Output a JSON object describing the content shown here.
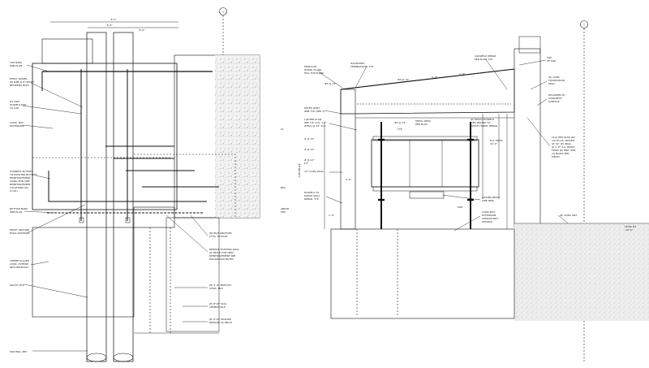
{
  "left_section": {
    "grid_bubble": "1",
    "dims": {
      "overall": "8'-0\"",
      "top": "8'-6\"",
      "top_right": "6'-0\""
    },
    "labels": [
      {
        "id": "top_bars",
        "text": "TOP BARS"
      },
      {
        "id": "top_bars2",
        "text": "#6B PLAN"
      },
      {
        "id": "epoxy",
        "text": "EPOXY DOWEL"
      },
      {
        "id": "epoxy2",
        "text": "W/ #6B @ 8\" EPOXY"
      },
      {
        "id": "epoxy3",
        "text": "BETWEEN PILES"
      },
      {
        "id": "dowel",
        "text": "#7 DWT"
      },
      {
        "id": "dowel2",
        "text": "DOWELS PILE"
      },
      {
        "id": "dowel3",
        "text": "TO CAP"
      },
      {
        "id": "conc",
        "text": "CONC. MAT"
      },
      {
        "id": "conc2",
        "text": "EXTENSION"
      },
      {
        "id": "connect",
        "text": "CONNECT BY BARS"
      },
      {
        "id": "connect2",
        "text": "TO EXISTING BOTTOM"
      },
      {
        "id": "connect3",
        "text": "REINFORCEMENT"
      },
      {
        "id": "connect4",
        "text": "USING #5B (SEE"
      },
      {
        "id": "connect5",
        "text": "REINFORCEMENT"
      },
      {
        "id": "connect6",
        "text": "LOCATIONS ON"
      },
      {
        "id": "connect7",
        "text": "S-101)"
      },
      {
        "id": "bottom",
        "text": "BOTTOM BARS"
      },
      {
        "id": "bottom2",
        "text": "#6B PLAN"
      },
      {
        "id": "epoxy_chan",
        "text": "EPOXY GROUND"
      },
      {
        "id": "epoxy_chan2",
        "text": "ROCK ANCHORS"
      },
      {
        "id": "tremie",
        "text": "TREMIE PLACED"
      },
      {
        "id": "tremie2",
        "text": "CONC. EXTEND"
      },
      {
        "id": "tremie3",
        "text": "INTO BEDROCK"
      },
      {
        "id": "grout",
        "text": "GROUT PILE"
      },
      {
        "id": "pile",
        "text": "PILE ENG. BEY"
      },
      {
        "id": "r1",
        "text": "(N) PILE ANCHORS"
      },
      {
        "id": "r1b",
        "text": "(TYP.) TO PILES"
      },
      {
        "id": "r2",
        "text": "REMOVE EXISTING WALL"
      },
      {
        "id": "r2b",
        "text": "AS REQ'D FOR NEW"
      },
      {
        "id": "r2c",
        "text": "REINFORCEMENT SEE"
      },
      {
        "id": "r2d",
        "text": "EXCAVATION NOTES"
      },
      {
        "id": "r3",
        "text": "(N) 1'-6\" PRECAST"
      },
      {
        "id": "r3b",
        "text": "CONC. PILE"
      },
      {
        "id": "r4",
        "text": "(E) 8\"x8\" SOIL"
      },
      {
        "id": "r4b",
        "text": "CEMENT PILE"
      },
      {
        "id": "r5",
        "text": "(E) 8\"x4\" BOLDER"
      },
      {
        "id": "r5b",
        "text": "REMOVE AS REQ'D"
      }
    ]
  },
  "right_section": {
    "grid_bubble": "1",
    "labels": [
      {
        "id": "modular",
        "text": "MODULAR"
      },
      {
        "id": "modular2",
        "text": "HORIZ. PLANK"
      },
      {
        "id": "hsg",
        "text": "HSG TOP PLANK"
      },
      {
        "id": "haunch",
        "text": "HAUNCHED"
      },
      {
        "id": "haunch2",
        "text": "TERMINATION, TYP."
      },
      {
        "id": "dim12a",
        "text": "#6 @ 12\""
      },
      {
        "id": "dim12b",
        "text": "#6 @ 12\""
      },
      {
        "id": "dim2",
        "text": "2'-0\""
      },
      {
        "id": "dim12c",
        "text": "1'-0\""
      },
      {
        "id": "cadwd",
        "text": "CADWELD REBAR"
      },
      {
        "id": "cadwd2",
        "text": "PER PLAN, TYP."
      },
      {
        "id": "top",
        "text": "TOP"
      },
      {
        "id": "top2",
        "text": "OF PILE"
      },
      {
        "id": "exconc",
        "text": "(E) CONC"
      },
      {
        "id": "exconc2",
        "text": "FOUNDATION"
      },
      {
        "id": "exconc3",
        "text": "WALL"
      },
      {
        "id": "roughen",
        "text": "ROUGHEN (E)"
      },
      {
        "id": "roughen2",
        "text": "CONCRETE"
      },
      {
        "id": "roughen3",
        "text": "SURFACE"
      },
      {
        "id": "keyed",
        "text": "KEYED JOINT"
      },
      {
        "id": "keyed2",
        "text": "#6B TYP. (SEE 1)"
      },
      {
        "id": "lap",
        "text": "LAP PER PLAN"
      },
      {
        "id": "lap2",
        "text": "SEE 'C4' COL. 1-2\""
      },
      {
        "id": "lap3",
        "text": "#7B/C @ 12\" O.C."
      },
      {
        "id": "metal",
        "text": "METAL DECK"
      },
      {
        "id": "metal2",
        "text": "PER PLAN"
      },
      {
        "id": "at12",
        "text": "#6 @ 12\""
      },
      {
        "id": "typ",
        "text": "TYP."
      },
      {
        "id": "epoxyd",
        "text": "(E) EPOXY DOWELS"
      },
      {
        "id": "epoxyd2",
        "text": "TIES SPACED TO"
      },
      {
        "id": "epoxyd3",
        "text": "MATCH HORIZ. REBAR"
      },
      {
        "id": "boc",
        "text": "B.O. DECK"
      },
      {
        "id": "boc2",
        "text": "16'-0\""
      },
      {
        "id": "l4x4",
        "text": "L4x4 PER PLAN (W/"
      },
      {
        "id": "l4x4b",
        "text": "1/2\"Ø A.B. SPACED"
      },
      {
        "id": "l4x4c",
        "text": "AT 12\" (E) WALL"
      },
      {
        "id": "l4x4d",
        "text": "@ 1'-0\" O.C. EPOXY"
      },
      {
        "id": "l4x4e",
        "text": "FROM (E) END. MIN."
      },
      {
        "id": "l4x4f",
        "text": "(3) BOLTS PER"
      },
      {
        "id": "l4x4g",
        "text": "PIECE)"
      },
      {
        "id": "concwall",
        "text": "12\" CONC WALL"
      },
      {
        "id": "dowels",
        "text": "DOWELS TO"
      },
      {
        "id": "dowels2",
        "text": "MATCH WALL"
      },
      {
        "id": "dowels3",
        "text": "REBAR, TYP."
      },
      {
        "id": "jacking",
        "text": "JACKING BEAM"
      },
      {
        "id": "jacking2",
        "text": "(SEE RED)"
      },
      {
        "id": "pile",
        "text": "PILE"
      },
      {
        "id": "concmat",
        "text": "CONC MAT"
      },
      {
        "id": "concmat2",
        "text": "EXTENSION"
      },
      {
        "id": "concmat3",
        "text": "(DESIGN NOT"
      },
      {
        "id": "concmat4",
        "text": "SHOWN)"
      },
      {
        "id": "econcmat",
        "text": "(E) CONC MAT"
      },
      {
        "id": "level",
        "text": "LEVEL B3"
      },
      {
        "id": "level2",
        "text": "-16'-0\""
      },
      {
        "id": "sl",
        "text": "SL"
      },
      {
        "id": "b01",
        "text": "B01"
      },
      {
        "id": "above",
        "text": "ABOVE"
      },
      {
        "id": "above2",
        "text": "MAT"
      },
      {
        "id": "side1",
        "text": "LAP SPLICE"
      },
      {
        "id": "v1",
        "text": "# @ 12\""
      },
      {
        "id": "v2",
        "text": "# @ 12\""
      },
      {
        "id": "v3",
        "text": "# @ 12\""
      },
      {
        "id": "v4",
        "text": "E.F."
      },
      {
        "id": "v5",
        "text": "3'-0\""
      },
      {
        "id": "v6",
        "text": "1'-0\""
      }
    ]
  }
}
